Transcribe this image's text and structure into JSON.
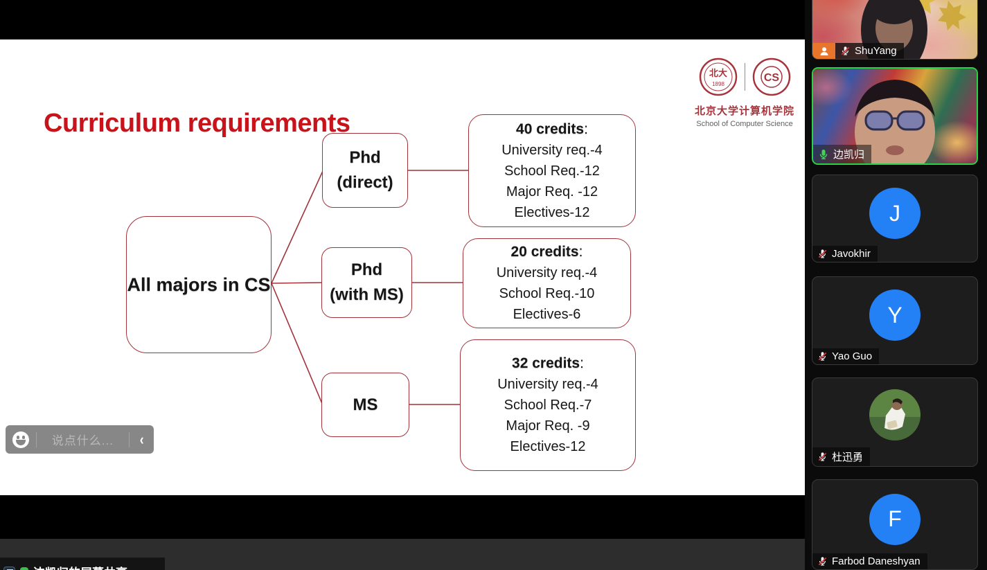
{
  "slide": {
    "title": "Curriculum requirements",
    "colon": ":",
    "logo": {
      "cn": "北京大学计算机学院",
      "en": "School of Computer Science",
      "seal_left_glyph": "北大",
      "seal_left_year": "1898",
      "seal_right_glyph": "CS"
    },
    "root_box": "All majors in CS",
    "tracks": [
      {
        "label_lines": [
          "Phd",
          "(direct)"
        ],
        "credits_title": "40 credits",
        "items": [
          "University req.-4",
          "School Req.-12",
          "Major Req. -12",
          "Electives-12"
        ]
      },
      {
        "label_lines": [
          "Phd",
          "(with MS)"
        ],
        "credits_title": "20 credits",
        "items": [
          "University req.-4",
          "School Req.-10",
          "Electives-6"
        ]
      },
      {
        "label_lines": [
          "MS"
        ],
        "credits_title": "32 credits",
        "items": [
          "University req.-4",
          "School Req.-7",
          "Major Req. -9",
          "Electives-12"
        ]
      }
    ]
  },
  "chat": {
    "placeholder": "说点什么...",
    "collapse_chevron": "‹"
  },
  "share_banner": {
    "text": "边凯归的屏幕共享"
  },
  "participants": [
    {
      "name": "ShuYang",
      "muted": true,
      "type": "video"
    },
    {
      "name": "边凯归",
      "muted": false,
      "speaking": true,
      "type": "video"
    },
    {
      "name": "Javokhir",
      "muted": true,
      "type": "initial",
      "initial": "J"
    },
    {
      "name": "Yao Guo",
      "muted": true,
      "type": "initial",
      "initial": "Y"
    },
    {
      "name": "杜迅勇",
      "muted": true,
      "type": "photo"
    },
    {
      "name": "Farbod Daneshyan",
      "muted": true,
      "type": "initial",
      "initial": "F"
    }
  ],
  "colors": {
    "title_red": "#c8131b",
    "diagram_red": "#a13239",
    "seal_red": "#a6343c",
    "avatar_blue": "#2380f5",
    "speaking_green": "#2bd245",
    "mic_muted_slash": "#d4373e",
    "role_badge_orange": "#e7752c",
    "share_dot_green": "#3dbe4b"
  }
}
